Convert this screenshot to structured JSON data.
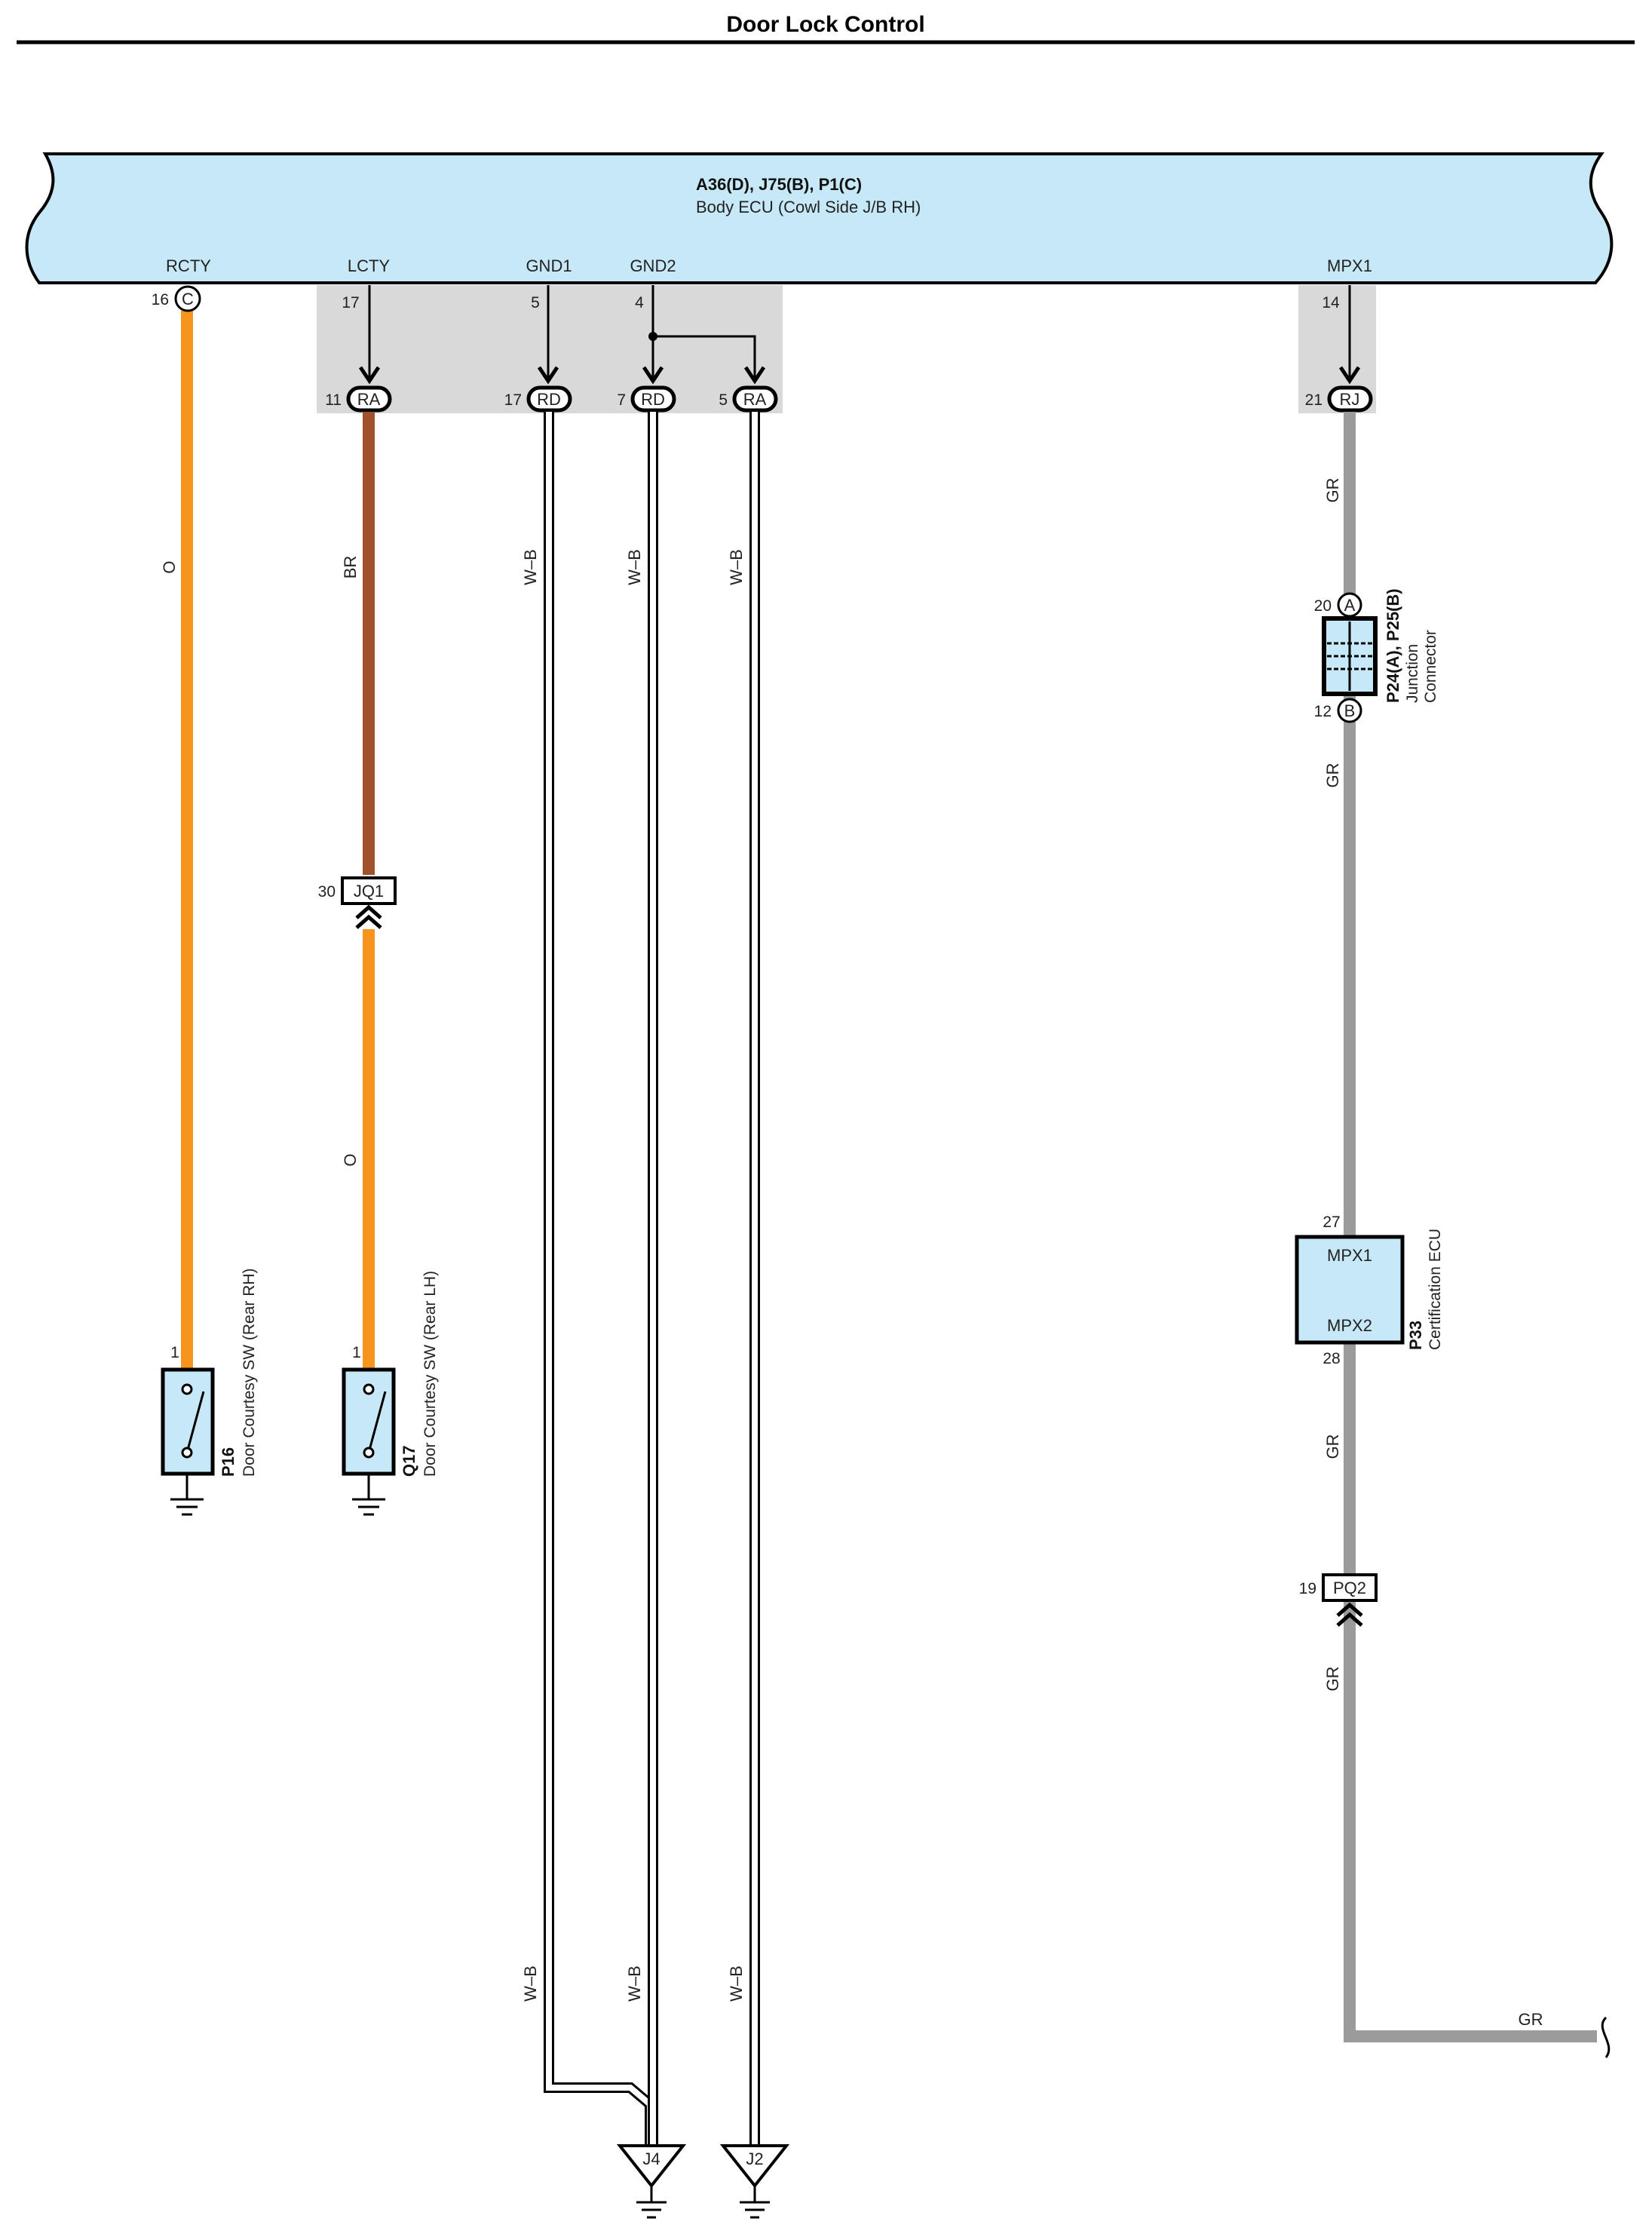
{
  "page_title": "Door Lock Control",
  "body_ecu": {
    "connectors": "A36(D), J75(B), P1(C)",
    "name": "Body ECU (Cowl Side J/B RH)",
    "terminals": [
      "RCTY",
      "LCTY",
      "GND1",
      "GND2",
      "MPX1"
    ]
  },
  "pins": {
    "rcty_pin": "16",
    "rcty_conn": "C",
    "lcty_pin": "17",
    "gnd1_pin": "5",
    "gnd2_pin": "4",
    "mpx1_pin": "14",
    "ra11_pin": "11",
    "ra11_conn": "RA",
    "rd17_pin": "17",
    "rd17_conn": "RD",
    "rd7_pin": "7",
    "rd7_conn": "RD",
    "ra5_pin": "5",
    "ra5_conn": "RA",
    "rj21_pin": "21",
    "rj21_conn": "RJ"
  },
  "wire_colors": {
    "orange": "O",
    "brown": "BR",
    "white_black": "W–B",
    "gray": "GR",
    "orange_hex": "#f7941d",
    "brown_hex": "#a0522d",
    "gray_hex": "#9b9b9b",
    "ecu_fill_hex": "#c7e8f7"
  },
  "jq1": {
    "pin": "30",
    "name": "JQ1"
  },
  "pq2": {
    "pin": "19",
    "name": "PQ2"
  },
  "junction": {
    "pin_a": "20",
    "conn_a": "A",
    "pin_b": "12",
    "conn_b": "B",
    "id": "P24(A), P25(B)",
    "name_line1": "Junction",
    "name_line2": "Connector"
  },
  "cert_ecu": {
    "pin_top": "27",
    "pin_bottom": "28",
    "term_top": "MPX1",
    "term_bottom": "MPX2",
    "id": "P33",
    "name": "Certification ECU"
  },
  "switch_p16": {
    "pin": "1",
    "id": "P16",
    "name": "Door Courtesy SW (Rear RH)"
  },
  "switch_q17": {
    "pin": "1",
    "id": "Q17",
    "name": "Door Courtesy SW (Rear LH)"
  },
  "grounds": {
    "j4": "J4",
    "j2": "J2"
  }
}
